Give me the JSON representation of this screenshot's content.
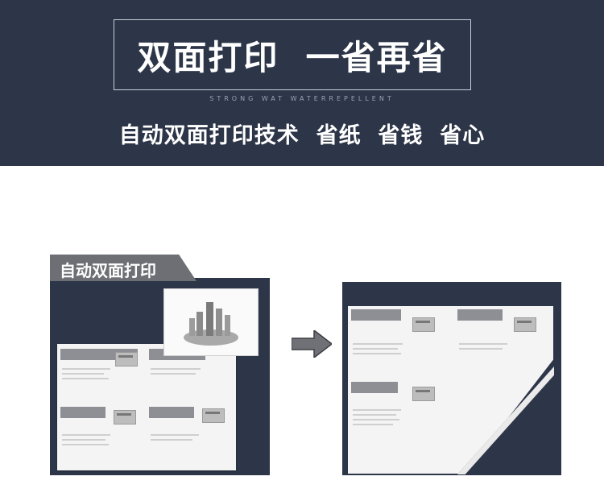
{
  "banner": {
    "title": "双面打印  一省再省",
    "tagline": "STRONG WAT WATERREPELLENT",
    "subtitle": "自动双面打印技术  省纸  省钱  省心"
  },
  "left_example": {
    "label": "自动双面打印"
  },
  "colors": {
    "navy": "#2d3648",
    "label_gray": "#6d6f74"
  },
  "icons": {
    "arrow": "right-arrow-icon"
  }
}
